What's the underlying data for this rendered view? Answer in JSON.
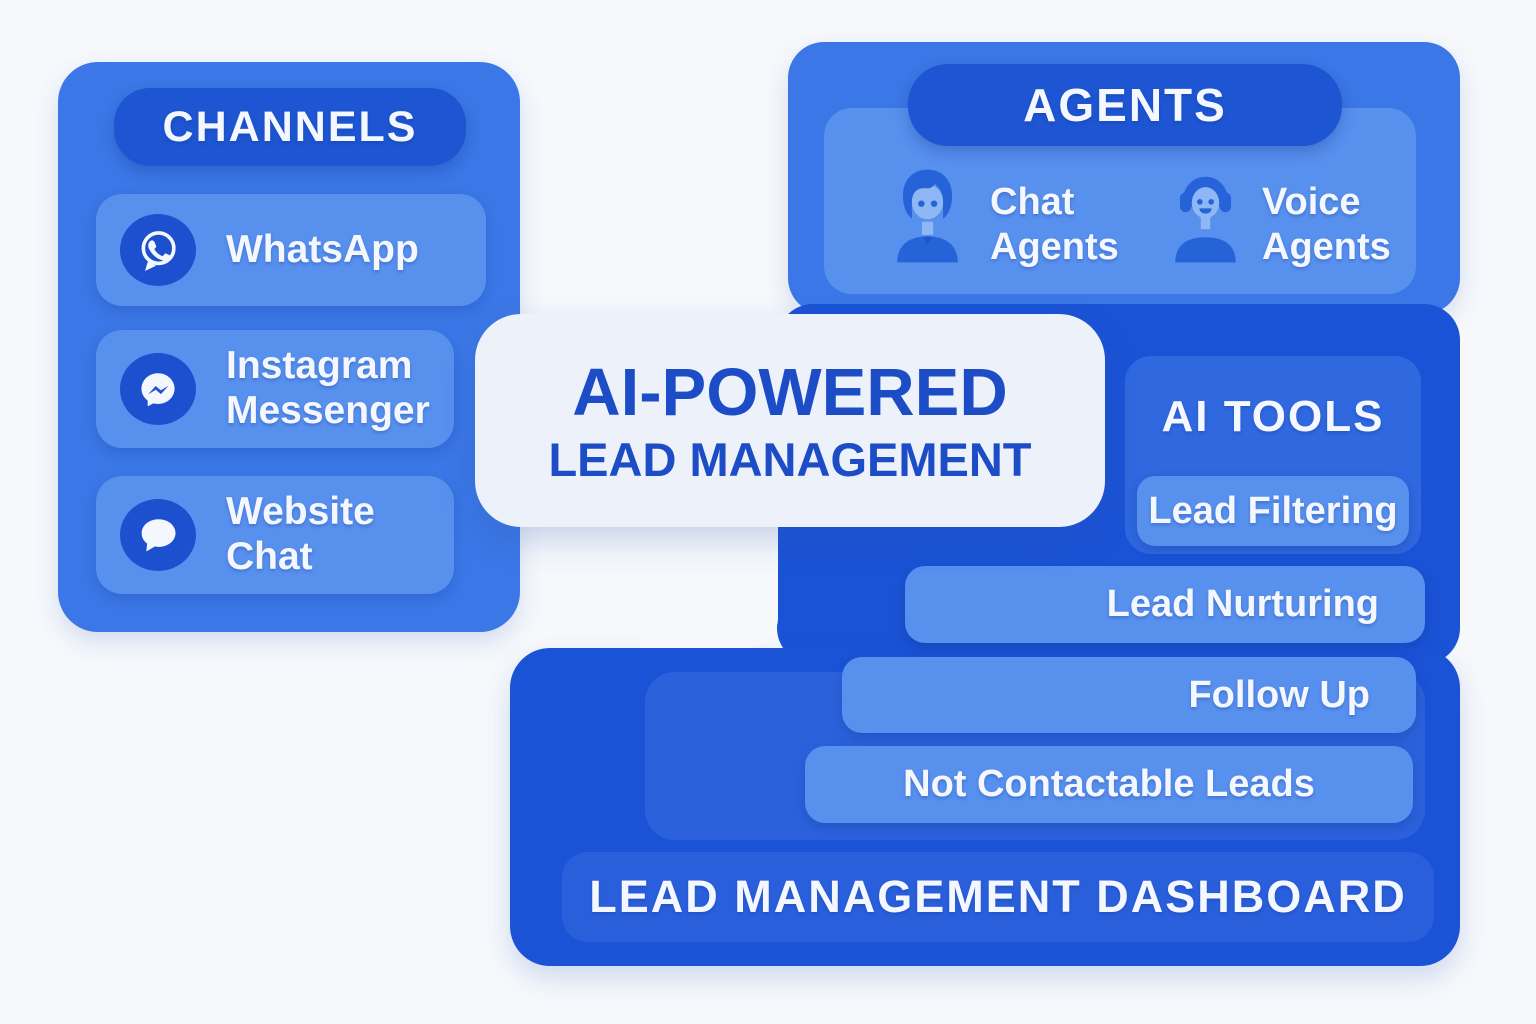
{
  "colors": {
    "background": "#f6f8fc",
    "panel_medium": "#3b77e6",
    "panel_dark": "#1b53d6",
    "pill_dark": "#1d55d2",
    "row_light": "#5890ee",
    "ai_tools_box": "#2f68df",
    "inner_box": "#2b62dc",
    "dashboard_bar": "#2a5fdc",
    "title_box": "#edf1f9",
    "title_text": "#1c4dc6",
    "text_white": "#f4f7fd"
  },
  "title": {
    "line1": "AI-POWERED",
    "line2": "LEAD MANAGEMENT"
  },
  "channels": {
    "header": "CHANNELS",
    "items": [
      {
        "label": "WhatsApp",
        "icon": "whatsapp-icon"
      },
      {
        "label": "Instagram Messenger",
        "icon": "messenger-icon"
      },
      {
        "label": "Website Chat",
        "icon": "chat-bubble-icon"
      }
    ]
  },
  "agents": {
    "header": "AGENTS",
    "items": [
      {
        "label": "Chat Agents",
        "icon": "chat-agent-icon"
      },
      {
        "label": "Voice Agents",
        "icon": "voice-agent-icon"
      }
    ]
  },
  "ai_tools": {
    "header": "AI TOOLS",
    "tools": [
      "Lead Filtering",
      "Lead Nurturing",
      "Follow Up",
      "Not Contactable Leads"
    ]
  },
  "dashboard": {
    "label": "LEAD MANAGEMENT DASHBOARD"
  }
}
